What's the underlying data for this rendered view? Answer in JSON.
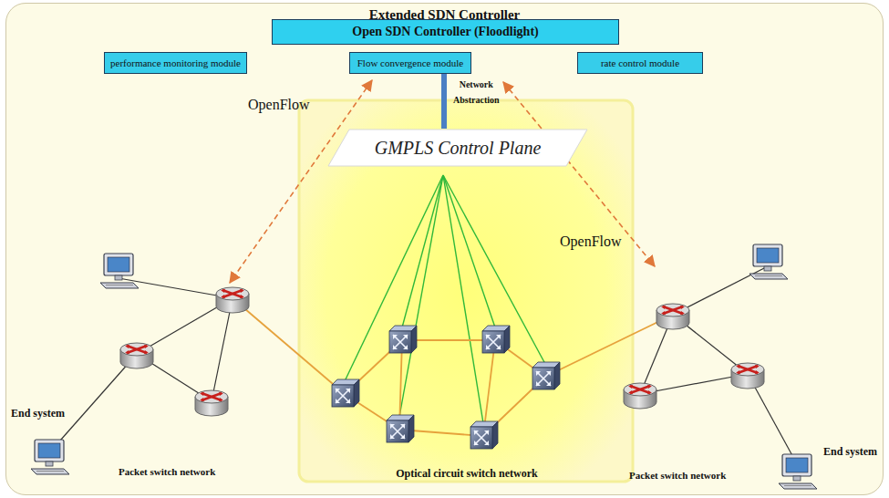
{
  "diagram": {
    "nodes": [
      {
        "text": [
          "Extended SDN Controller"
        ]
      },
      {
        "text": [
          "Open SDN Controller (Floodlight)"
        ],
        "in": 0
      },
      {
        "text": [
          "performance monitoring module"
        ],
        "in": 0
      },
      {
        "text": [
          "Flow convergence module"
        ],
        "in": 0
      },
      {
        "text": [
          "rate control module"
        ],
        "in": 0
      },
      {
        "text": [
          "Optical circuit switch network"
        ],
        "in": 0
      },
      {
        "text": [
          "GMPLS Control Plane"
        ],
        "in": 5
      }
    ],
    "edges": [
      {
        "from": 3,
        "to": 6,
        "arrow": "none"
      }
    ],
    "labels": [
      "OpenFlow",
      "OpenFlow",
      "Network Abstraction",
      "End system",
      "End system",
      "Packet switch network",
      "Packet switch network"
    ]
  }
}
